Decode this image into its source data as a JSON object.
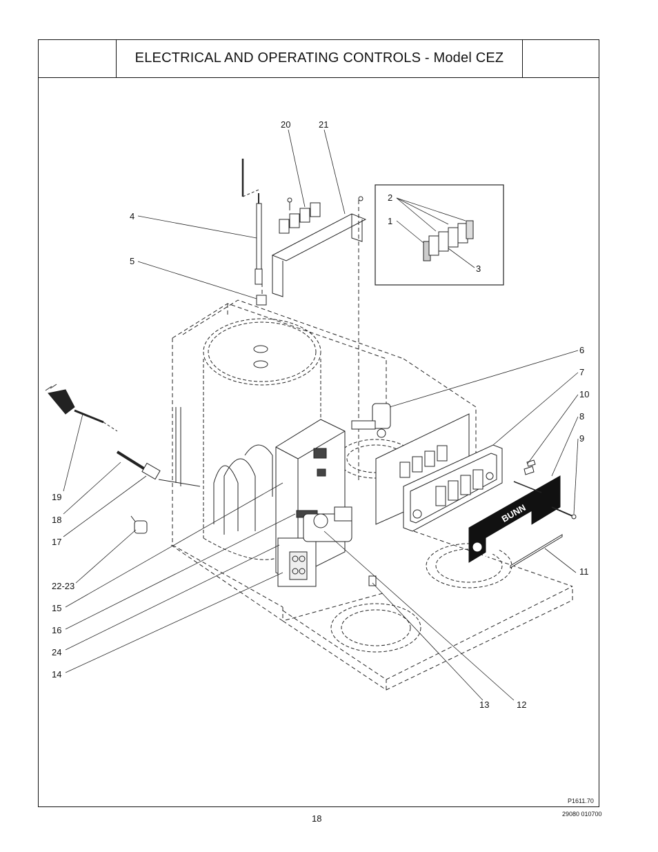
{
  "header": {
    "title": "ELECTRICAL AND OPERATING CONTROLS - Model CEZ"
  },
  "callouts": {
    "c20": "20",
    "c21": "21",
    "c2": "2",
    "c1": "1",
    "c3": "3",
    "c4": "4",
    "c5": "5",
    "c6": "6",
    "c7": "7",
    "c10": "10",
    "c8": "8",
    "c9": "9",
    "c11": "11",
    "c19": "19",
    "c18": "18",
    "c17": "17",
    "c22_23": "22-23",
    "c15": "15",
    "c16": "16",
    "c24": "24",
    "c14": "14",
    "c13": "13",
    "c12": "12"
  },
  "badge": {
    "brand": "BUNN"
  },
  "footer": {
    "figure_number": "P1611.70",
    "page_number": "18",
    "document_number": "29080 010700"
  }
}
